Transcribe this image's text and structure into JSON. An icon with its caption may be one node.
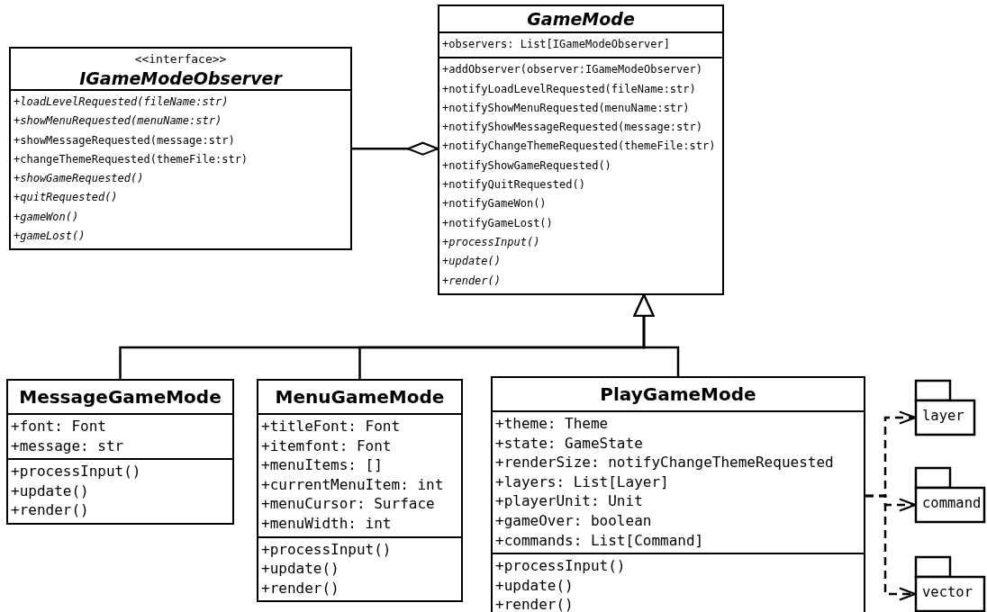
{
  "diagram": {
    "nodes": [
      {
        "text": [
          "<<interface>>",
          "IGameModeObserver"
        ]
      },
      {
        "text": [
          "+loadLevelRequested(fileName:str)",
          "+showMenuRequested(menuName:str)",
          "+showMessageRequested(message:str)",
          "+changeThemeRequested(themeFile:str)",
          "+showGameRequested()",
          "+quitRequested()",
          "+gameWon()",
          "+gameLost()"
        ],
        "in": 0
      },
      {
        "text": [
          "GameMode"
        ]
      },
      {
        "text": [
          "+observers: List[IGameModeObserver]"
        ],
        "in": 2
      },
      {
        "text": [
          "+addObserver(observer:IGameModeObserver)",
          "+notifyLoadLevelRequested(fileName:str)",
          "+notifyShowMenuRequested(menuName:str)",
          "+notifyShowMessageRequested(message:str)",
          "+notifyChangeThemeRequested(themeFile:str)",
          "+notifyShowGameRequested()",
          "+notifyQuitRequested()",
          "+notifyGameWon()",
          "+notifyGameLost()",
          "+processInput()",
          "+update()",
          "+render()"
        ],
        "in": 2
      },
      {
        "text": [
          "MessageGameMode"
        ]
      },
      {
        "text": [
          "+font: Font",
          "+message: str"
        ],
        "in": 5
      },
      {
        "text": [
          "+processInput()",
          "+update()",
          "+render()"
        ],
        "in": 5
      },
      {
        "text": [
          "MenuGameMode"
        ]
      },
      {
        "text": [
          "+titleFont: Font",
          "+itemfont: Font",
          "+menuItems: []",
          "+currentMenuItem: int",
          "+menuCursor: Surface",
          "+menuWidth: int"
        ],
        "in": 8
      },
      {
        "text": [
          "+processInput()",
          "+update()",
          "+render()"
        ],
        "in": 8
      },
      {
        "text": [
          "PlayGameMode"
        ]
      },
      {
        "text": [
          "+theme: Theme",
          "+state: GameState",
          "+renderSize: notifyChangeThemeRequested",
          "+layers: List[Layer]",
          "+playerUnit: Unit",
          "+gameOver: boolean",
          "+commands: List[Command]"
        ],
        "in": 11
      },
      {
        "text": [
          "+processInput()",
          "+update()",
          "+render()"
        ],
        "in": 11
      },
      {
        "text": [
          "layer"
        ]
      },
      {
        "text": [
          "command"
        ]
      },
      {
        "text": [
          "vector"
        ]
      }
    ],
    "edges": [
      {
        "from": 0,
        "to": 2,
        "arrow": "other"
      },
      {
        "from": 5,
        "to": 2,
        "arrow": "to"
      },
      {
        "from": 8,
        "to": 2,
        "arrow": "to"
      },
      {
        "from": 11,
        "to": 2,
        "arrow": "to"
      },
      {
        "from": 11,
        "to": 14,
        "arrow": "to",
        "style": "dashed"
      },
      {
        "from": 11,
        "to": 15,
        "arrow": "to",
        "style": "dashed"
      },
      {
        "from": 11,
        "to": 16,
        "arrow": "to",
        "style": "dashed"
      }
    ]
  }
}
